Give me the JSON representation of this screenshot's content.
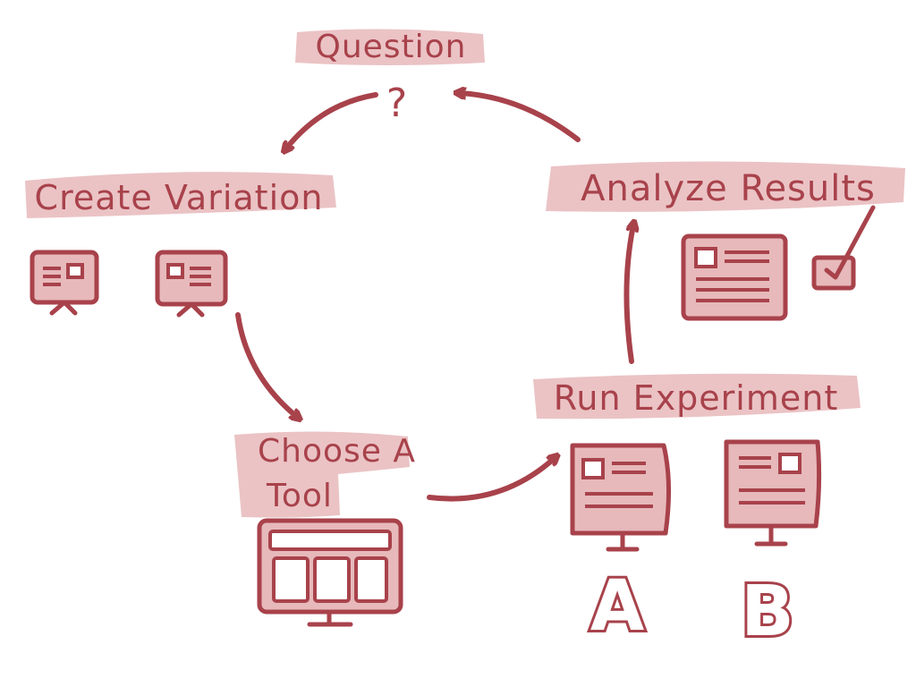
{
  "diagram": {
    "nodes": {
      "question": {
        "label": "Question",
        "symbol": "?"
      },
      "create_variation": {
        "label": "Create Variation"
      },
      "choose_tool": {
        "label_line1": "Choose A",
        "label_line2": "Tool"
      },
      "run_experiment": {
        "label": "Run Experiment",
        "variant_a": "A",
        "variant_b": "B"
      },
      "analyze_results": {
        "label": "Analyze Results"
      }
    },
    "edges": [
      {
        "from": "question",
        "to": "create_variation"
      },
      {
        "from": "create_variation",
        "to": "choose_tool"
      },
      {
        "from": "choose_tool",
        "to": "run_experiment"
      },
      {
        "from": "run_experiment",
        "to": "analyze_results"
      },
      {
        "from": "analyze_results",
        "to": "question"
      }
    ]
  },
  "colors": {
    "ink": "#a8424b",
    "wash": "#e7b9bb",
    "wash_light": "#f2d6d6"
  }
}
